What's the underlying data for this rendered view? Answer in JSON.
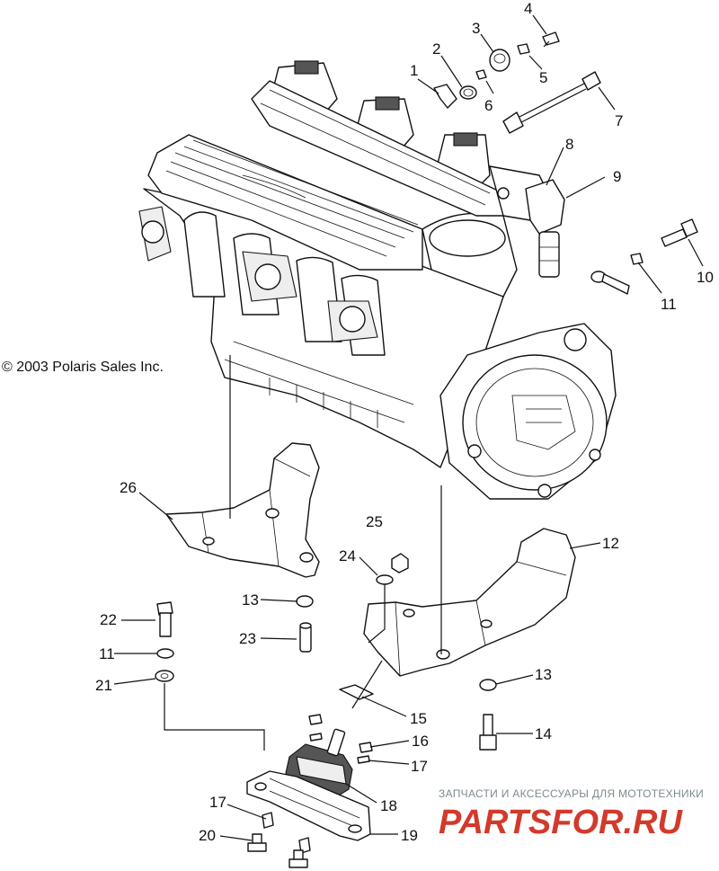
{
  "copyright": "© 2003 Polaris Sales Inc.",
  "watermark": {
    "caption": "ЗАПЧАСТИ И АКСЕССУАРЫ ДЛЯ МОТОТЕХНИКИ",
    "logo": "PARTSFOR.RU",
    "logo_color": "#d23a2c"
  },
  "callouts": [
    "1",
    "2",
    "3",
    "4",
    "5",
    "6",
    "7",
    "8",
    "9",
    "10",
    "11",
    "11",
    "12",
    "13",
    "13",
    "14",
    "15",
    "16",
    "17",
    "17",
    "18",
    "19",
    "20",
    "21",
    "22",
    "23",
    "24",
    "25",
    "26"
  ]
}
